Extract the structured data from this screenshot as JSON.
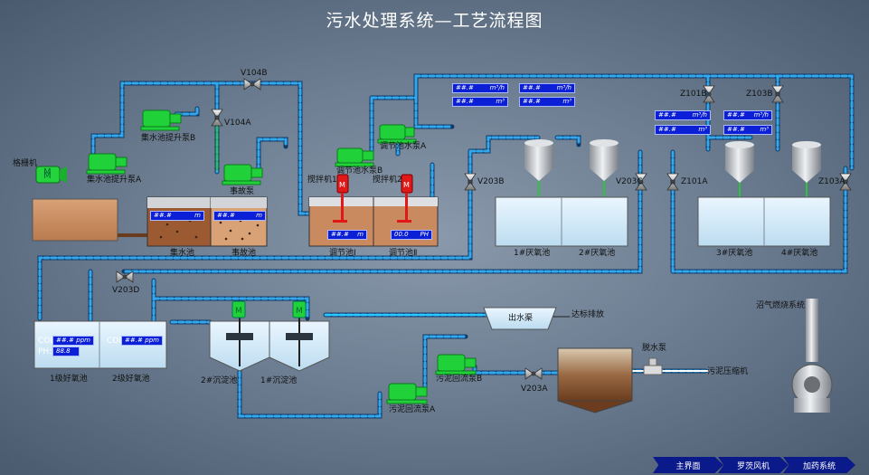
{
  "title": "污水处理系统—工艺流程图",
  "labels": {
    "grille": "格栅机",
    "pump_a": "集水池提升泵A",
    "pump_b": "集水池提升泵B",
    "accident_pump": "事故泵",
    "collect_pool": "集水池",
    "accident_pool": "事故池",
    "mixer1": "搅拌机1",
    "mixer2": "搅拌机2",
    "adj_pump_a": "调节池水泵A",
    "adj_pump_b": "调节池水泵B",
    "adj1": "调节池Ⅰ",
    "adj2": "调节池Ⅱ",
    "anaer1": "1#厌氧池",
    "anaer2": "2#厌氧池",
    "anaer3": "3#厌氧池",
    "anaer4": "4#厌氧池",
    "aer1": "1级好氧池",
    "aer2": "2级好氧池",
    "sed2": "2#沉淀池",
    "sed1": "1#沉淀池",
    "clear_pool": "出水渠",
    "discharge": "达标排放",
    "sludge_pump_a": "污泥回流泵A",
    "sludge_pump_b": "污泥回流泵B",
    "dehydration": "脱水泵",
    "sludge_press": "污泥压缩机",
    "biogas": "沼气燃烧系统",
    "motor": "M"
  },
  "valves": {
    "v104b": "V104B",
    "v104a": "V104A",
    "v203b": "V203B",
    "v203c": "V203C",
    "v203d": "V203D",
    "v203a": "V203A",
    "z101a": "Z101A",
    "z101b": "Z101B",
    "z103a": "Z103A",
    "z103b": "Z103B"
  },
  "displays": {
    "collect_level": {
      "value": "##.#",
      "unit": "m"
    },
    "accident_level": {
      "value": "##.#",
      "unit": "m"
    },
    "adj1_level": {
      "value": "##.#",
      "unit": "m"
    },
    "adj2_ph": {
      "value": "00.0",
      "unit": "PH"
    },
    "flow1": {
      "value": "##.#",
      "unit": "m³/h"
    },
    "vol1": {
      "value": "##.#",
      "unit": "m³"
    },
    "flow2": {
      "value": "##.#",
      "unit": "m³/h"
    },
    "vol2": {
      "value": "##.#",
      "unit": "m³"
    },
    "flow3": {
      "value": "##.#",
      "unit": "m³/h"
    },
    "vol3": {
      "value": "##.#",
      "unit": "m³"
    },
    "flow4": {
      "value": "##.#",
      "unit": "m³/h"
    },
    "vol4": {
      "value": "##.#",
      "unit": "m³"
    },
    "cod1": {
      "label": "COD:",
      "value": "##.#",
      "unit": "ppm"
    },
    "ph1": {
      "label": "PH:",
      "value": "88.8"
    },
    "cod2": {
      "label": "COD:",
      "value": "##.#",
      "unit": "ppm"
    }
  },
  "nav": {
    "main": "主界面",
    "fan": "罗茨风机",
    "dosing": "加药系统"
  },
  "colors": {
    "pipe_blue": "#2f9be0",
    "pipe_green": "#2ec43a",
    "pump_green": "#21d13a",
    "mixer_red": "#e01818",
    "display_blue": "#0b1fd6",
    "nav_blue": "#0b1a8a"
  }
}
